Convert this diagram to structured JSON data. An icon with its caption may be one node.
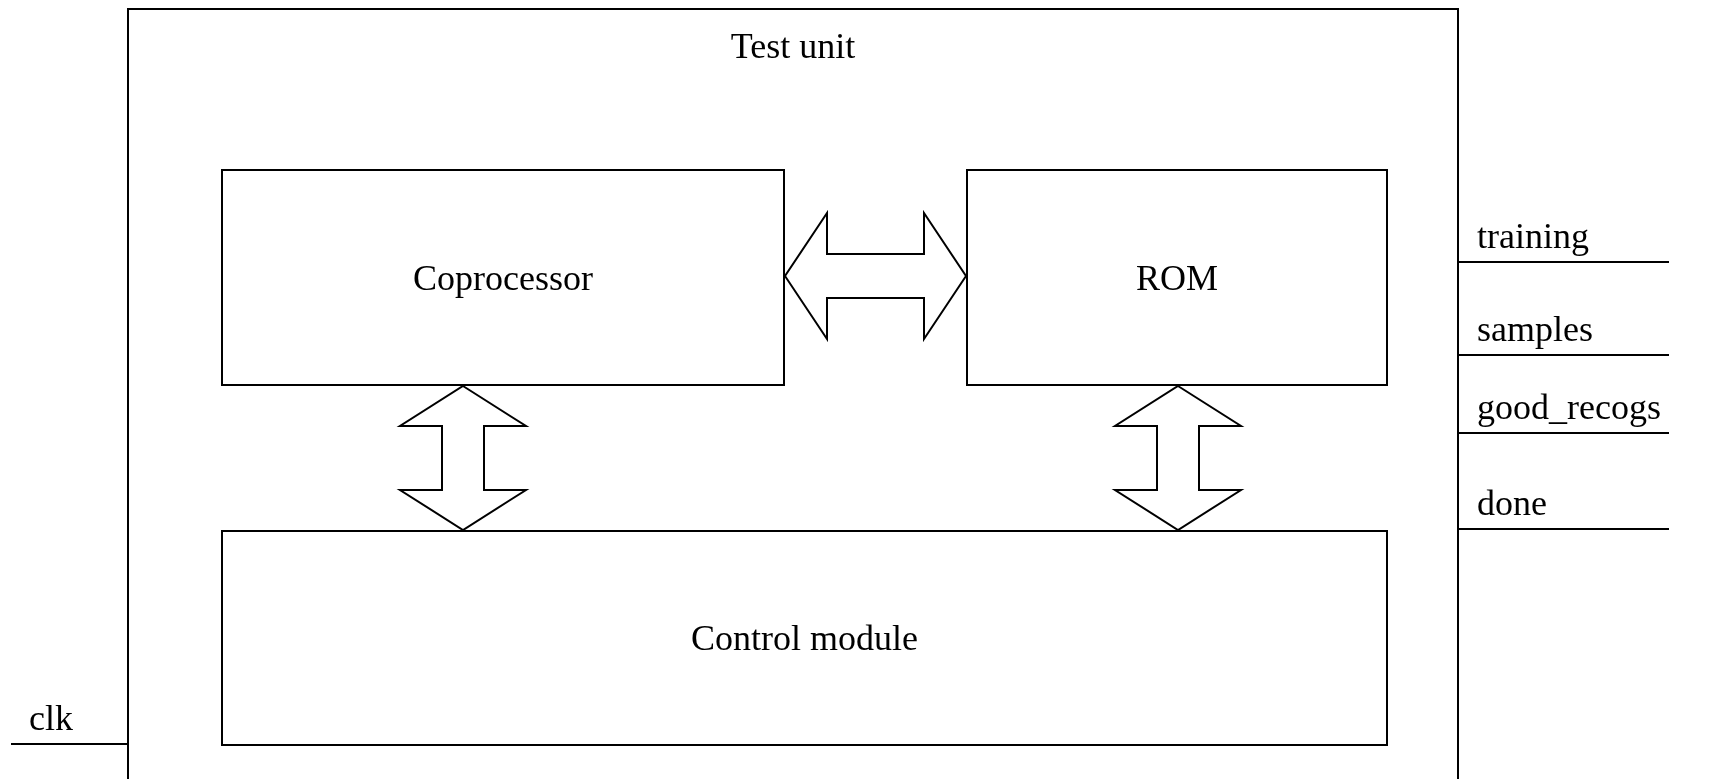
{
  "diagram": {
    "nodes": [
      {
        "text": [
          "Test unit"
        ]
      },
      {
        "text": [
          "Coprocessor"
        ],
        "in": 0
      },
      {
        "text": [
          "ROM"
        ],
        "in": 0
      },
      {
        "text": [
          "Control module"
        ],
        "in": 0
      }
    ],
    "edges": [
      {
        "from": 1,
        "to": 2,
        "arrow": "both"
      },
      {
        "from": 1,
        "to": 3,
        "arrow": "both"
      },
      {
        "from": 2,
        "to": 3,
        "arrow": "both"
      },
      {
        "from": 0,
        "to": null,
        "arrow": "none",
        "label": "training"
      },
      {
        "from": 0,
        "to": null,
        "arrow": "none",
        "label": "samples"
      },
      {
        "from": 0,
        "to": null,
        "arrow": "none",
        "label": "good_recogs"
      },
      {
        "from": 0,
        "to": null,
        "arrow": "none",
        "label": "done"
      },
      {
        "from": null,
        "to": 0,
        "arrow": "none",
        "label": "clk"
      }
    ]
  }
}
